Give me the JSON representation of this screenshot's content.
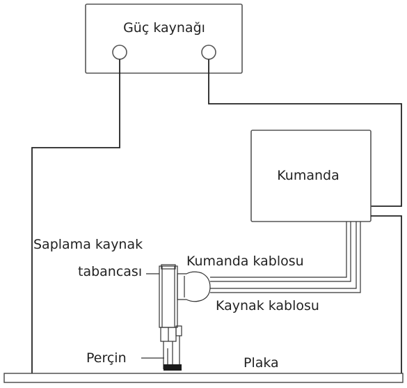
{
  "labels": {
    "power_supply": "Güç kaynağı",
    "controller": "Kumanda",
    "gun_line1": "Saplama kaynak",
    "gun_line2": "tabancası",
    "control_cable": "Kumanda kablosu",
    "welding_cable": "Kaynak kablosu",
    "stud": "Perçin",
    "plate": "Plaka"
  }
}
